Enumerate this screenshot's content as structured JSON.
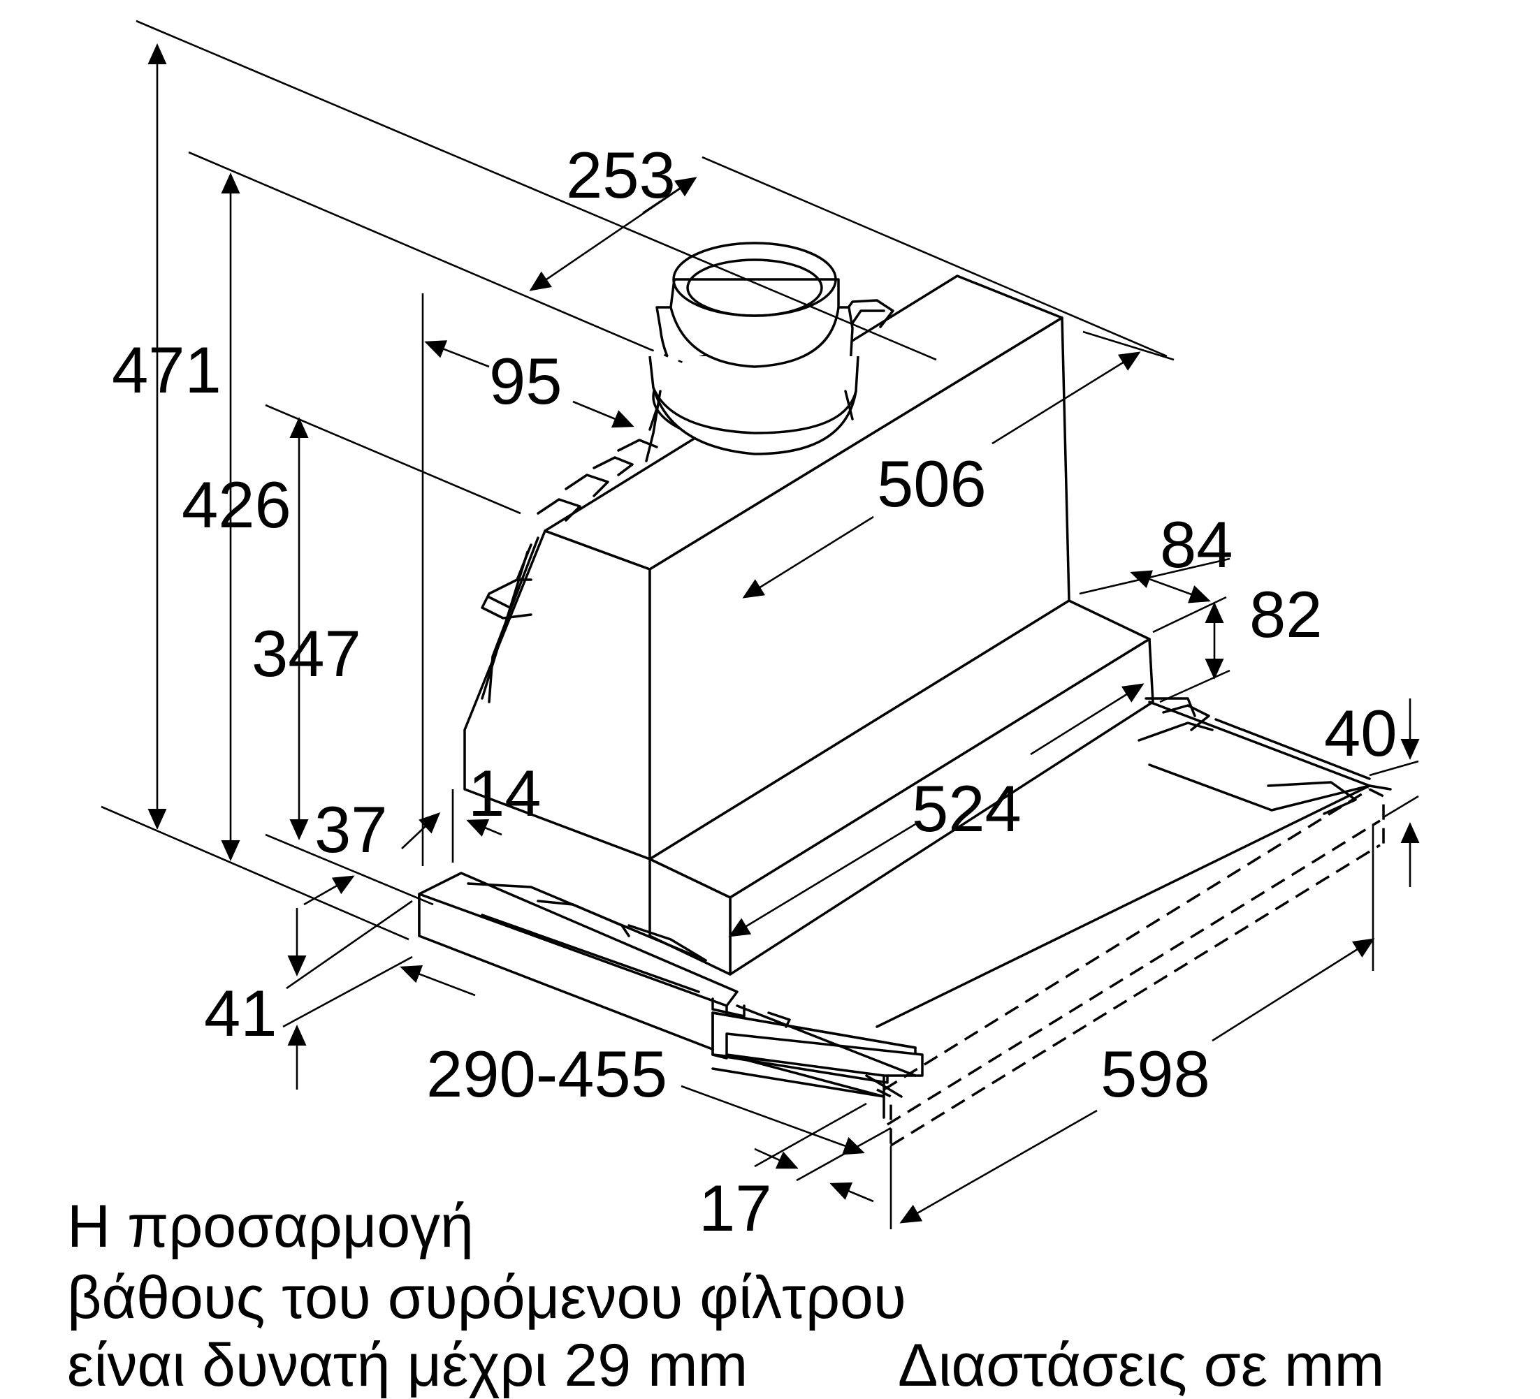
{
  "dimensions": {
    "overall_height": "471",
    "chimney_height": "426",
    "body_height": "347",
    "outlet_diameter": "253",
    "outlet_offset": "95",
    "body_width": "506",
    "top_step_width": "84",
    "step_height": "82",
    "visor_front": "40",
    "front_depth": "524",
    "wall_offset": "14",
    "rear_offset": "37",
    "visor_height": "41",
    "pull_out_range": "290-455",
    "front_lip": "17",
    "overall_width": "598"
  },
  "notes": {
    "depth_adjust_line1": "Η προσαρμογή",
    "depth_adjust_line2": "βάθους του συρόμενου φίλτρου",
    "depth_adjust_line3": "είναι δυνατή μέχρι 29 mm",
    "units": "Διαστάσεις σε mm"
  }
}
